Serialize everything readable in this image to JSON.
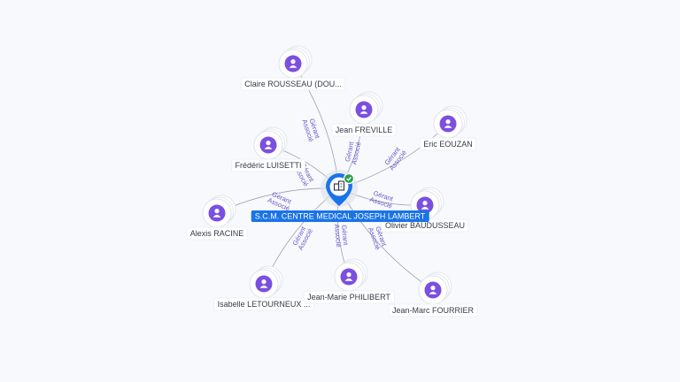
{
  "colors": {
    "background": "#f7f9fc",
    "person": "#7b4fe0",
    "edge": "#9aa3b3",
    "edge_label": "#6a57c9",
    "center": "#1a73e8",
    "verified": "#2e9e4f"
  },
  "center": {
    "name": "S.C.M. CENTRE MEDICAL JOSEPH LAMBERT",
    "icon": "building-icon",
    "badge": "verified-check-icon"
  },
  "people": [
    {
      "id": "claire-rousseau",
      "name": "Claire ROUSSEAU (DOU...",
      "relation": [
        "Gérant",
        "Associé"
      ]
    },
    {
      "id": "jean-freville",
      "name": "Jean FREVILLE",
      "relation": [
        "Gérant",
        "Associé"
      ]
    },
    {
      "id": "eric-eouzan",
      "name": "Eric EOUZAN",
      "relation": [
        "Gérant",
        "Associé"
      ]
    },
    {
      "id": "frederic-luisetti",
      "name": "Frédéric LUISETTI",
      "relation": [
        "Gérant",
        "Associé"
      ]
    },
    {
      "id": "alexis-racine",
      "name": "Alexis RACINE",
      "relation": [
        "Gérant",
        "Associé"
      ]
    },
    {
      "id": "olivier-baudusseau",
      "name": "Olivier BAUDUSSEAU",
      "relation": [
        "Gérant",
        "Associé"
      ]
    },
    {
      "id": "isabelle-letourneux",
      "name": "Isabelle LETOURNEUX ...",
      "relation": [
        "Gérant",
        "Associé"
      ]
    },
    {
      "id": "jean-marie-philibert",
      "name": "Jean-Marie PHILIBERT",
      "relation": [
        "Gérant",
        "Associé"
      ]
    },
    {
      "id": "jean-marc-fourrier",
      "name": "Jean-Marc FOURRIER",
      "relation": [
        "Gérant",
        "Associé"
      ]
    }
  ]
}
